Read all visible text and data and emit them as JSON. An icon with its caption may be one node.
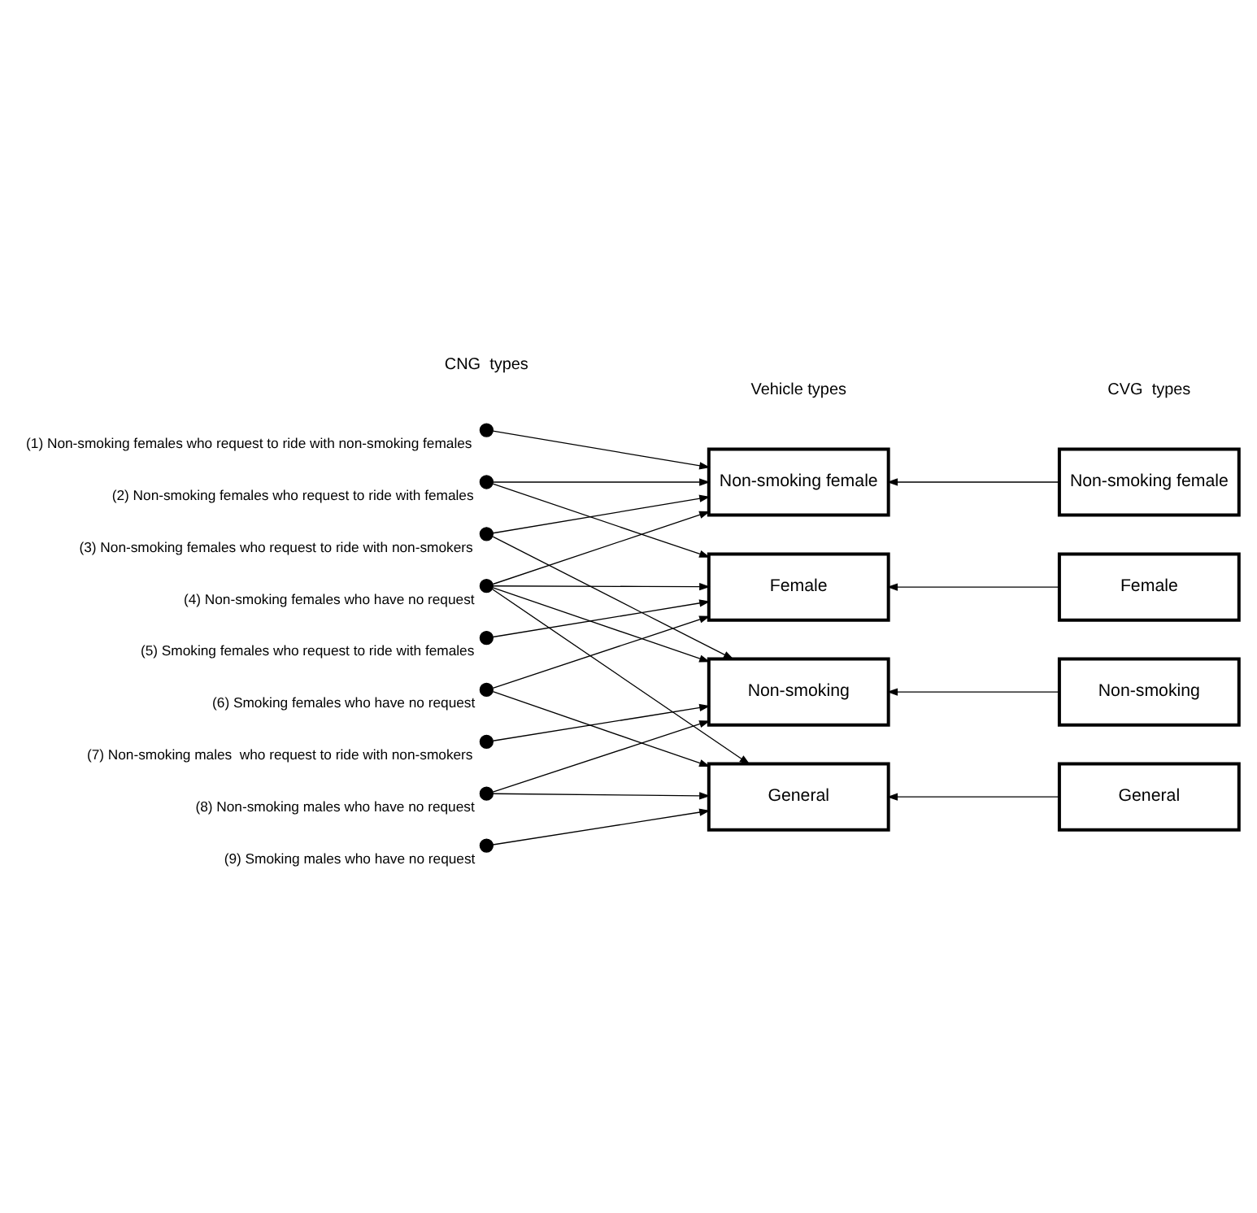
{
  "diagram": {
    "nodes": [
      {
        "text": [],
        "shape": "circle",
        "beside": [
          "(1) Non-smoking females who request to ride with non-smoking females"
        ]
      },
      {
        "text": [],
        "shape": "circle",
        "beside": [
          "(2) Non-smoking females who request to ride with females"
        ]
      },
      {
        "text": [],
        "shape": "circle",
        "beside": [
          "(3) Non-smoking females who request to ride with non-smokers"
        ]
      },
      {
        "text": [],
        "shape": "circle",
        "beside": [
          "(4) Non-smoking females who have no request"
        ]
      },
      {
        "text": [],
        "shape": "circle",
        "beside": [
          "(5) Smoking females who request to ride with females"
        ]
      },
      {
        "text": [],
        "shape": "circle",
        "beside": [
          "(6) Smoking females who have no request"
        ]
      },
      {
        "text": [],
        "shape": "circle",
        "beside": [
          "(7) Non-smoking males  who request to ride with non-smokers"
        ]
      },
      {
        "text": [],
        "shape": "circle",
        "beside": [
          "(8) Non-smoking males who have no request"
        ]
      },
      {
        "text": [],
        "shape": "circle",
        "beside": [
          "(9) Smoking males who have no request"
        ]
      },
      {
        "text": [
          "Non-smoking female"
        ]
      },
      {
        "text": [
          "Female"
        ]
      },
      {
        "text": [
          "Non-smoking"
        ]
      },
      {
        "text": [
          "General"
        ]
      },
      {
        "text": [
          "Non-smoking female"
        ]
      },
      {
        "text": [
          "Female"
        ]
      },
      {
        "text": [
          "Non-smoking"
        ]
      },
      {
        "text": [
          "General"
        ]
      }
    ],
    "edges": [
      {
        "from": 0,
        "to": 9,
        "arrow": "to"
      },
      {
        "from": 1,
        "to": 9,
        "arrow": "to"
      },
      {
        "from": 1,
        "to": 10,
        "arrow": "to"
      },
      {
        "from": 2,
        "to": 9,
        "arrow": "to"
      },
      {
        "from": 2,
        "to": 11,
        "arrow": "to"
      },
      {
        "from": 3,
        "to": 9,
        "arrow": "to"
      },
      {
        "from": 3,
        "to": 10,
        "arrow": "to"
      },
      {
        "from": 3,
        "to": 11,
        "arrow": "to"
      },
      {
        "from": 3,
        "to": 12,
        "arrow": "to"
      },
      {
        "from": 4,
        "to": 10,
        "arrow": "to"
      },
      {
        "from": 5,
        "to": 10,
        "arrow": "to"
      },
      {
        "from": 5,
        "to": 12,
        "arrow": "to"
      },
      {
        "from": 6,
        "to": 11,
        "arrow": "to"
      },
      {
        "from": 7,
        "to": 11,
        "arrow": "to"
      },
      {
        "from": 7,
        "to": 12,
        "arrow": "to"
      },
      {
        "from": 8,
        "to": 12,
        "arrow": "to"
      },
      {
        "from": 13,
        "to": 9,
        "arrow": "to"
      },
      {
        "from": 14,
        "to": 10,
        "arrow": "to"
      },
      {
        "from": 15,
        "to": 11,
        "arrow": "to"
      },
      {
        "from": 16,
        "to": 12,
        "arrow": "to"
      }
    ],
    "labels": [
      "CNG  types",
      "Vehicle types",
      "CVG  types"
    ]
  }
}
